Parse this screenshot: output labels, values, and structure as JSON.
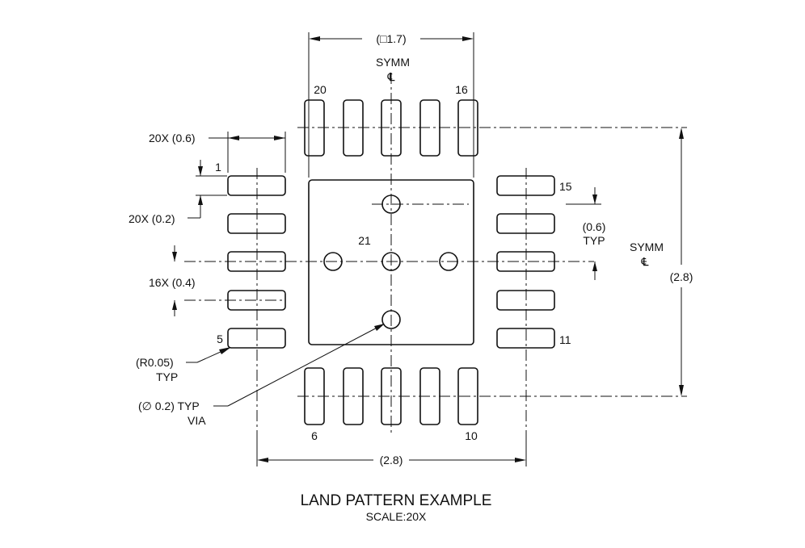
{
  "drawing": {
    "title": "LAND PATTERN EXAMPLE",
    "scale": "SCALE:20X"
  },
  "dimensions": {
    "body_width": "(□1.7)",
    "overall_width": "(2.8)",
    "overall_height": "(2.8)",
    "pad_length": "20X (0.6)",
    "pad_width": "20X (0.2)",
    "pitch": "16X (0.4)",
    "via_spacing_value": "(0.6)",
    "via_spacing_typ": "TYP",
    "corner_radius_value": "(R0.05)",
    "corner_radius_typ": "TYP",
    "via_diameter": "(∅ 0.2) TYP",
    "via_label": "VIA"
  },
  "symmetry": {
    "label": "SYMM",
    "symbol": "℄"
  },
  "pins": {
    "p1": "1",
    "p5": "5",
    "p6": "6",
    "p10": "10",
    "p11": "11",
    "p15": "15",
    "p16": "16",
    "p20": "20",
    "thermal": "21"
  }
}
